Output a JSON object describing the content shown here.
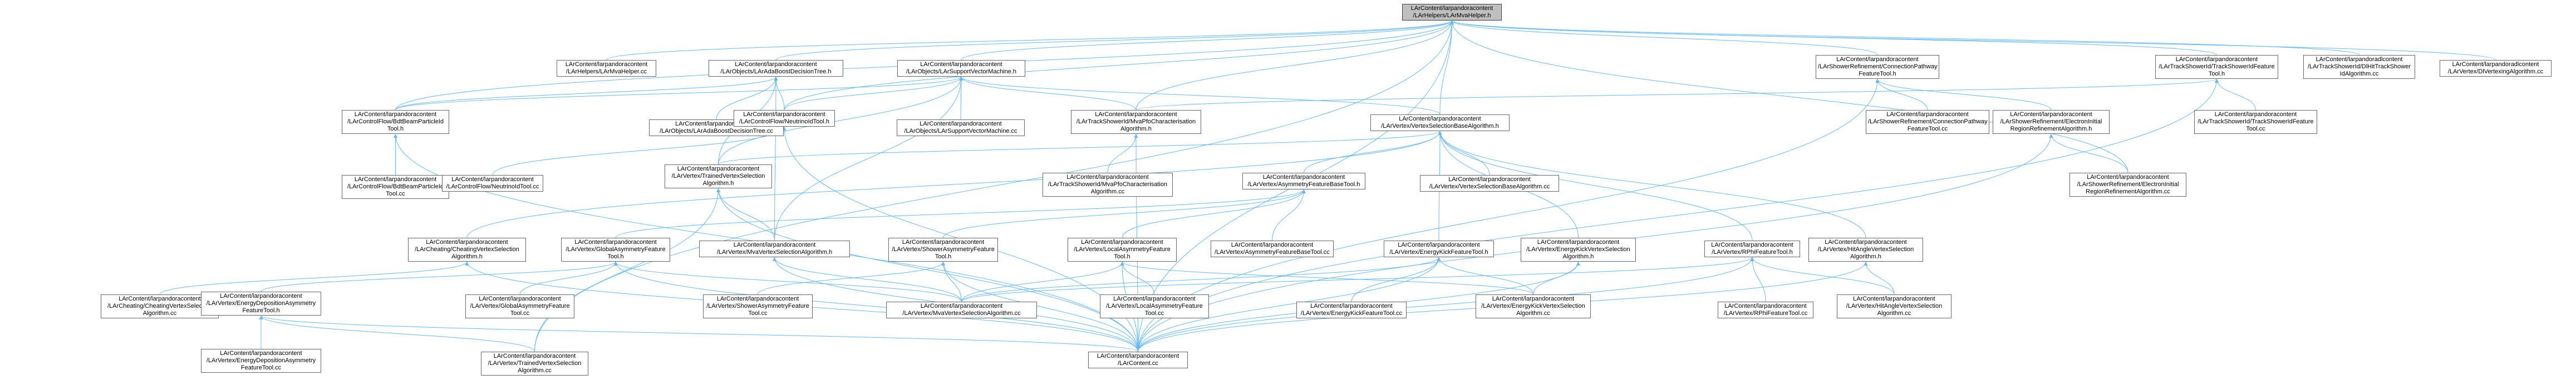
{
  "colors": {
    "edge": "#63b8ff",
    "node_border": "#666666",
    "focus_fill": "#bfbfbf"
  },
  "nodes": [
    {
      "id": "focus",
      "focus": true,
      "lines": [
        "LArContent/larpandoracontent",
        "/LArHelpers/LArMvaHelper.h"
      ]
    },
    {
      "id": "lamh_cc",
      "lines": [
        "LArContent/larpandoracontent",
        "/LArHelpers/LArMvaHelper.cc"
      ]
    },
    {
      "id": "adaboost_h",
      "lines": [
        "LArContent/larpandoracontent",
        "/LArObjects/LArAdaBoostDecisionTree.h"
      ]
    },
    {
      "id": "svm_h",
      "lines": [
        "LArContent/larpandoracontent",
        "/LArObjects/LArSupportVectorMachine.h"
      ]
    },
    {
      "id": "showerref_h",
      "lines": [
        "LArContent/larpandoracontent",
        "/LArShowerRefinement/ConnectionPathway",
        "FeatureTool.h"
      ]
    },
    {
      "id": "trackid_feat_h",
      "lines": [
        "LArContent/larpandoracontent",
        "/LArTrackShowerId/TrackShowerIdFeature",
        "Tool.h"
      ]
    },
    {
      "id": "dlid_cc",
      "lines": [
        "LArContent/larpandoradlcontent",
        "/LArTrackShowerId/DlHitTrackShower",
        "IdAlgorithm.cc"
      ]
    },
    {
      "id": "dlvertex_cc",
      "lines": [
        "LArContent/larpandoradlcontent",
        "/LArVertex/DlVertexingAlgorithm.cc"
      ]
    },
    {
      "id": "bdt_h",
      "lines": [
        "LArContent/larpandoracontent",
        "/LArControlFlow/BdtBeamParticleId",
        "Tool.h"
      ]
    },
    {
      "id": "adaboost_cc",
      "lines": [
        "LArContent/larpandoracontent",
        "/LArObjects/LArAdaBoostDecisionTree.cc"
      ]
    },
    {
      "id": "nn_h",
      "lines": [
        "LArContent/larpandoracontent",
        "/LArControlFlow/NeutrinoIdTool.h"
      ]
    },
    {
      "id": "svm_cc",
      "lines": [
        "LArContent/larpandoracontent",
        "/LArObjects/LArSupportVectorMachine.cc"
      ]
    },
    {
      "id": "mvapfochar_h",
      "lines": [
        "LArContent/larpandoracontent",
        "/LArTrackShowerId/MvaPfoCharacterisation",
        "Algorithm.h"
      ]
    },
    {
      "id": "vsba_h",
      "lines": [
        "LArContent/larpandoracontent",
        "/LArVertex/VertexSelectionBaseAlgorithm.h"
      ]
    },
    {
      "id": "showerref_cc",
      "lines": [
        "LArContent/larpandoracontent",
        "/LArShowerRefinement/ConnectionPathway",
        "FeatureTool.cc"
      ]
    },
    {
      "id": "eri_h",
      "lines": [
        "LArContent/larpandoracontent",
        "/LArShowerRefinement/ElectronInitial",
        "RegionRefinementAlgorithm.h"
      ]
    },
    {
      "id": "trackid_feat_cc",
      "lines": [
        "LArContent/larpandoracontent",
        "/LArTrackShowerId/TrackShowerIdFeature",
        "Tool.cc"
      ]
    },
    {
      "id": "bdt_cc",
      "lines": [
        "LArContent/larpandoracontent",
        "/LArControlFlow/BdtBeamParticleId",
        "Tool.cc"
      ]
    },
    {
      "id": "nn_cc",
      "lines": [
        "LArContent/larpandoracontent",
        "/LArControlFlow/NeutrinoIdTool.cc"
      ]
    },
    {
      "id": "tvs_h",
      "lines": [
        "LArContent/larpandoracontent",
        "/LArVertex/TrainedVertexSelection",
        "Algorithm.h"
      ]
    },
    {
      "id": "mvapfochar_cc",
      "lines": [
        "LArContent/larpandoracontent",
        "/LArTrackShowerId/MvaPfoCharacterisation",
        "Algorithm.cc"
      ]
    },
    {
      "id": "afbt_h",
      "lines": [
        "LArContent/larpandoracontent",
        "/LArVertex/AsymmetryFeatureBaseTool.h"
      ]
    },
    {
      "id": "vsba_cc",
      "lines": [
        "LArContent/larpandoracontent",
        "/LArVertex/VertexSelectionBaseAlgorithm.cc"
      ]
    },
    {
      "id": "eri_cc",
      "lines": [
        "LArContent/larpandoracontent",
        "/LArShowerRefinement/ElectronInitial",
        "RegionRefinementAlgorithm.cc"
      ]
    },
    {
      "id": "cheat_h",
      "lines": [
        "LArContent/larpandoracontent",
        "/LArCheating/CheatingVertexSelection",
        "Algorithm.h"
      ]
    },
    {
      "id": "gaft_h",
      "lines": [
        "LArContent/larpandoracontent",
        "/LArVertex/GlobalAsymmetryFeature",
        "Tool.h"
      ]
    },
    {
      "id": "mvavs_h",
      "lines": [
        "LArContent/larpandoracontent",
        "/LArVertex/MvaVertexSelectionAlgorithm.h"
      ]
    },
    {
      "id": "saft_h",
      "lines": [
        "LArContent/larpandoracontent",
        "/LArVertex/ShowerAsymmetryFeature",
        "Tool.h"
      ]
    },
    {
      "id": "laft_h",
      "lines": [
        "LArContent/larpandoracontent",
        "/LArVertex/LocalAsymmetryFeature",
        "Tool.h"
      ]
    },
    {
      "id": "afbt_cc",
      "lines": [
        "LArContent/larpandoracontent",
        "/LArVertex/AsymmetryFeatureBaseTool.cc"
      ]
    },
    {
      "id": "ekft_h",
      "lines": [
        "LArContent/larpandoracontent",
        "/LArVertex/EnergyKickFeatureTool.h"
      ]
    },
    {
      "id": "ekvs_h",
      "lines": [
        "LArContent/larpandoracontent",
        "/LArVertex/EnergyKickVertexSelection",
        "Algorithm.h"
      ]
    },
    {
      "id": "rphi_h",
      "lines": [
        "LArContent/larpandoracontent",
        "/LArVertex/RPhiFeatureTool.h"
      ]
    },
    {
      "id": "hitangle_h",
      "lines": [
        "LArContent/larpandoracontent",
        "/LArVertex/HitAngleVertexSelection",
        "Algorithm.h"
      ]
    },
    {
      "id": "cheat_cc",
      "lines": [
        "LArContent/larpandoracontent",
        "/LArCheating/CheatingVertexSelection",
        "Algorithm.cc"
      ]
    },
    {
      "id": "edaft_h",
      "lines": [
        "LArContent/larpandoracontent",
        "/LArVertex/EnergyDepositionAsymmetry",
        "FeatureTool.h"
      ]
    },
    {
      "id": "gaft_cc",
      "lines": [
        "LArContent/larpandoracontent",
        "/LArVertex/GlobalAsymmetryFeature",
        "Tool.cc"
      ]
    },
    {
      "id": "saft_cc",
      "lines": [
        "LArContent/larpandoracontent",
        "/LArVertex/ShowerAsymmetryFeature",
        "Tool.cc"
      ]
    },
    {
      "id": "mvavs_cc",
      "lines": [
        "LArContent/larpandoracontent",
        "/LArVertex/MvaVertexSelectionAlgorithm.cc"
      ]
    },
    {
      "id": "laft_cc",
      "lines": [
        "LArContent/larpandoracontent",
        "/LArVertex/LocalAsymmetryFeature",
        "Tool.cc"
      ]
    },
    {
      "id": "ekft_cc",
      "lines": [
        "LArContent/larpandoracontent",
        "/LArVertex/EnergyKickFeatureTool.cc"
      ]
    },
    {
      "id": "ekvs_cc",
      "lines": [
        "LArContent/larpandoracontent",
        "/LArVertex/EnergyKickVertexSelection",
        "Algorithm.cc"
      ]
    },
    {
      "id": "rphi_cc",
      "lines": [
        "LArContent/larpandoracontent",
        "/LArVertex/RPhiFeatureTool.cc"
      ]
    },
    {
      "id": "hitangle_cc",
      "lines": [
        "LArContent/larpandoracontent",
        "/LArVertex/HitAngleVertexSelection",
        "Algorithm.cc"
      ]
    },
    {
      "id": "edaft_cc",
      "lines": [
        "LArContent/larpandoracontent",
        "/LArVertex/EnergyDepositionAsymmetry",
        "FeatureTool.cc"
      ]
    },
    {
      "id": "tvs_cc",
      "lines": [
        "LArContent/larpandoracontent",
        "/LArVertex/TrainedVertexSelection",
        "Algorithm.cc"
      ]
    },
    {
      "id": "larcontent_cc",
      "lines": [
        "LArContent/larpandoracontent",
        "/LArContent.cc"
      ]
    }
  ],
  "edges": [
    [
      "lamh_cc",
      "focus"
    ],
    [
      "adaboost_h",
      "focus"
    ],
    [
      "svm_h",
      "focus"
    ],
    [
      "showerref_h",
      "focus"
    ],
    [
      "trackid_feat_h",
      "focus"
    ],
    [
      "dlid_cc",
      "focus"
    ],
    [
      "dlvertex_cc",
      "focus"
    ],
    [
      "bdt_h",
      "focus"
    ],
    [
      "vsba_h",
      "focus"
    ],
    [
      "mvapfochar_h",
      "focus"
    ],
    [
      "eri_cc",
      "focus"
    ],
    [
      "larcontent_cc",
      "focus"
    ],
    [
      "tvs_cc",
      "focus"
    ],
    [
      "nn_h",
      "focus"
    ],
    [
      "bdt_h",
      "adaboost_h"
    ],
    [
      "nn_h",
      "adaboost_h"
    ],
    [
      "adaboost_cc",
      "adaboost_h"
    ],
    [
      "tvs_h",
      "adaboost_h"
    ],
    [
      "mvavs_h",
      "adaboost_h"
    ],
    [
      "svm_cc",
      "svm_h"
    ],
    [
      "mvapfochar_h",
      "svm_h"
    ],
    [
      "vsba_h",
      "svm_h"
    ],
    [
      "tvs_h",
      "svm_h"
    ],
    [
      "mvavs_h",
      "svm_h"
    ],
    [
      "bdt_h",
      "svm_h"
    ],
    [
      "nn_h",
      "svm_h"
    ],
    [
      "showerref_cc",
      "showerref_h"
    ],
    [
      "eri_h",
      "showerref_h"
    ],
    [
      "larcontent_cc",
      "showerref_h"
    ],
    [
      "trackid_feat_cc",
      "trackid_feat_h"
    ],
    [
      "larcontent_cc",
      "trackid_feat_h"
    ],
    [
      "mvapfochar_h",
      "trackid_feat_h"
    ],
    [
      "bdt_cc",
      "bdt_h"
    ],
    [
      "larcontent_cc",
      "bdt_h"
    ],
    [
      "nn_cc",
      "nn_h"
    ],
    [
      "larcontent_cc",
      "nn_h"
    ],
    [
      "mvapfochar_cc",
      "mvapfochar_h"
    ],
    [
      "larcontent_cc",
      "mvapfochar_h"
    ],
    [
      "afbt_h",
      "vsba_h"
    ],
    [
      "vsba_cc",
      "vsba_h"
    ],
    [
      "tvs_h",
      "vsba_h"
    ],
    [
      "ekft_h",
      "vsba_h"
    ],
    [
      "ekvs_h",
      "vsba_h"
    ],
    [
      "rphi_h",
      "vsba_h"
    ],
    [
      "hitangle_h",
      "vsba_h"
    ],
    [
      "cheat_h",
      "vsba_h"
    ],
    [
      "eri_cc",
      "eri_h"
    ],
    [
      "larcontent_cc",
      "eri_h"
    ],
    [
      "mvavs_h",
      "tvs_h"
    ],
    [
      "tvs_cc",
      "tvs_h"
    ],
    [
      "larcontent_cc",
      "tvs_h"
    ],
    [
      "gaft_h",
      "afbt_h"
    ],
    [
      "saft_h",
      "afbt_h"
    ],
    [
      "laft_h",
      "afbt_h"
    ],
    [
      "afbt_cc",
      "afbt_h"
    ],
    [
      "cheat_cc",
      "cheat_h"
    ],
    [
      "larcontent_cc",
      "cheat_h"
    ],
    [
      "gaft_cc",
      "gaft_h"
    ],
    [
      "edaft_h",
      "gaft_h"
    ],
    [
      "larcontent_cc",
      "gaft_h"
    ],
    [
      "mvavs_cc",
      "gaft_h"
    ],
    [
      "mvavs_cc",
      "mvavs_h"
    ],
    [
      "larcontent_cc",
      "mvavs_h"
    ],
    [
      "saft_cc",
      "saft_h"
    ],
    [
      "larcontent_cc",
      "saft_h"
    ],
    [
      "mvavs_cc",
      "saft_h"
    ],
    [
      "laft_cc",
      "laft_h"
    ],
    [
      "larcontent_cc",
      "laft_h"
    ],
    [
      "mvavs_cc",
      "laft_h"
    ],
    [
      "ekvs_cc",
      "laft_h"
    ],
    [
      "ekft_cc",
      "ekft_h"
    ],
    [
      "larcontent_cc",
      "ekft_h"
    ],
    [
      "mvavs_cc",
      "ekft_h"
    ],
    [
      "ekvs_cc",
      "ekft_h"
    ],
    [
      "ekvs_cc",
      "ekvs_h"
    ],
    [
      "larcontent_cc",
      "ekvs_h"
    ],
    [
      "rphi_cc",
      "rphi_h"
    ],
    [
      "larcontent_cc",
      "rphi_h"
    ],
    [
      "mvavs_cc",
      "rphi_h"
    ],
    [
      "hitangle_cc",
      "rphi_h"
    ],
    [
      "hitangle_cc",
      "hitangle_h"
    ],
    [
      "larcontent_cc",
      "hitangle_h"
    ],
    [
      "edaft_cc",
      "edaft_h"
    ],
    [
      "larcontent_cc",
      "edaft_h"
    ],
    [
      "tvs_cc",
      "edaft_h"
    ]
  ]
}
